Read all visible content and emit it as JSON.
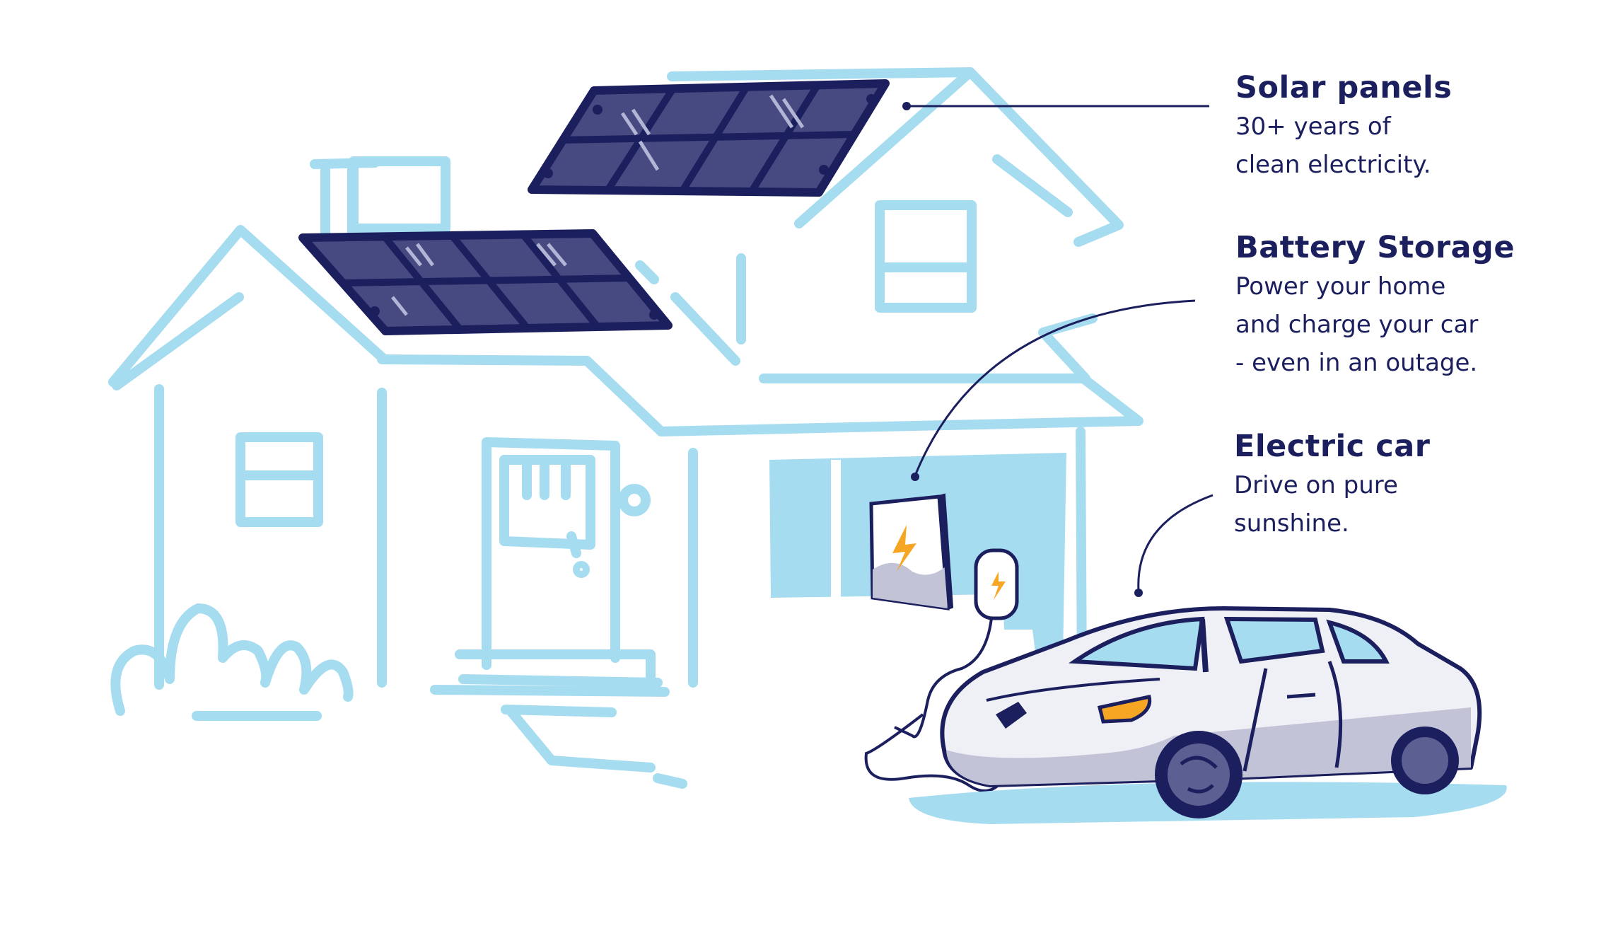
{
  "colors": {
    "house_outline": "#a6dcef",
    "ink": "#1b1f5e",
    "panel_fill": "#464a80",
    "car_body": "#efeff6",
    "car_shadow": "#c3c3d8",
    "bolt": "#f6a623",
    "headlight": "#f6a623"
  },
  "icons": [
    "house-illustration",
    "solar-panel-icon",
    "battery-icon",
    "charger-icon",
    "car-illustration",
    "lightning-bolt-icon"
  ],
  "callouts": {
    "solar": {
      "title": "Solar panels",
      "lines": [
        "30+ years of",
        "clean electricity."
      ]
    },
    "battery": {
      "title": "Battery Storage",
      "lines": [
        "Power your home",
        "and charge your car",
        "- even in an outage."
      ]
    },
    "car": {
      "title": "Electric car",
      "lines": [
        "Drive on pure",
        "sunshine."
      ]
    }
  }
}
